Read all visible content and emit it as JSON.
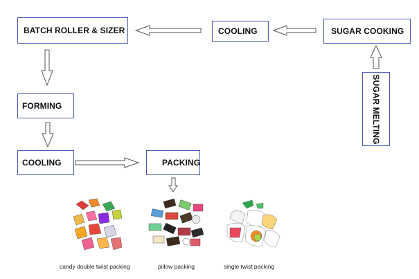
{
  "nodes": {
    "batch_roller_sizer": "BATCH ROLLER & SIZER",
    "cooling_top": "COOLING",
    "sugar_cooking": "SUGAR COOKING",
    "sugar_melting": "SUGAR MELTING",
    "forming": "FORMING",
    "cooling_bottom": "COOLING",
    "packing": "PACKING"
  },
  "captions": {
    "double_twist": "candy double twist packing",
    "pillow": "pillow packing",
    "single_twist": "single twist packing"
  },
  "colors": {
    "box_border": "#4a57b4",
    "arrow_stroke": "#555555"
  }
}
